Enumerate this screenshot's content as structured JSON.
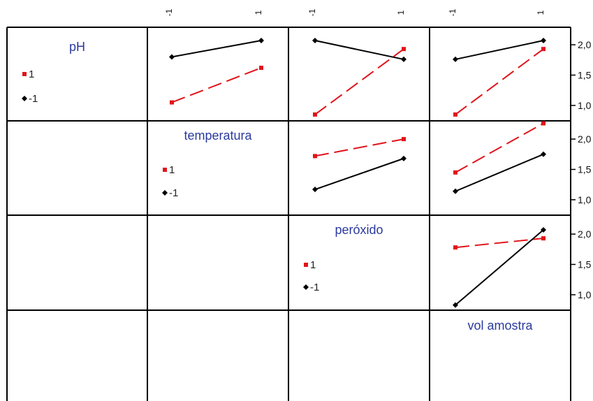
{
  "chart_data": {
    "type": "line",
    "title": "",
    "factors": [
      "pH",
      "temperatura",
      "peróxido",
      "vol amostra"
    ],
    "x_tick_labels": [
      "-1",
      "1"
    ],
    "y_ticks": [
      "1,0",
      "1,5",
      "2,0"
    ],
    "ylim": [
      0.78,
      2.22
    ],
    "colors": {
      "low": "#000000",
      "high": "#e0141b",
      "axis_text": "#2b3a9e"
    },
    "legends": [
      {
        "factor": "pH",
        "high_label": "1",
        "low_label": "-1"
      },
      {
        "factor": "temperatura",
        "high_label": "1",
        "low_label": "-1"
      },
      {
        "factor": "peróxido",
        "high_label": "1",
        "low_label": "-1"
      }
    ],
    "panels": [
      {
        "row": 0,
        "col": 1,
        "legend_factor": "pH",
        "x_factor": "temperatura",
        "series": [
          {
            "level": "1",
            "values": [
              1.05,
              1.62
            ]
          },
          {
            "level": "-1",
            "values": [
              1.8,
              2.07
            ]
          }
        ]
      },
      {
        "row": 0,
        "col": 2,
        "legend_factor": "pH",
        "x_factor": "peróxido",
        "series": [
          {
            "level": "1",
            "values": [
              0.85,
              1.93
            ]
          },
          {
            "level": "-1",
            "values": [
              2.07,
              1.76
            ]
          }
        ]
      },
      {
        "row": 0,
        "col": 3,
        "legend_factor": "pH",
        "x_factor": "vol amostra",
        "series": [
          {
            "level": "1",
            "values": [
              0.85,
              1.93
            ]
          },
          {
            "level": "-1",
            "values": [
              1.76,
              2.07
            ]
          }
        ]
      },
      {
        "row": 1,
        "col": 2,
        "legend_factor": "temperatura",
        "x_factor": "peróxido",
        "series": [
          {
            "level": "1",
            "values": [
              1.72,
              2.0
            ]
          },
          {
            "level": "-1",
            "values": [
              1.17,
              1.68
            ]
          }
        ]
      },
      {
        "row": 1,
        "col": 3,
        "legend_factor": "temperatura",
        "x_factor": "vol amostra",
        "series": [
          {
            "level": "1",
            "values": [
              1.45,
              2.26
            ]
          },
          {
            "level": "-1",
            "values": [
              1.14,
              1.75
            ]
          }
        ]
      },
      {
        "row": 2,
        "col": 3,
        "legend_factor": "peróxido",
        "x_factor": "vol amostra",
        "series": [
          {
            "level": "1",
            "values": [
              1.78,
              1.93
            ]
          },
          {
            "level": "-1",
            "values": [
              0.83,
              2.07
            ]
          }
        ]
      }
    ]
  }
}
